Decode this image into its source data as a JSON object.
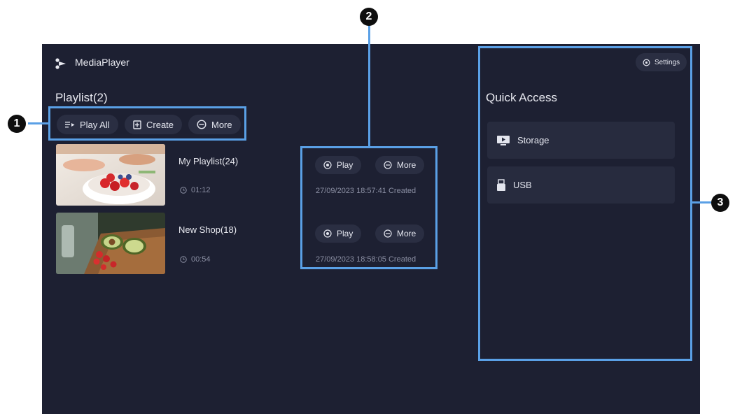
{
  "app": {
    "title": "MediaPlayer"
  },
  "playlist": {
    "heading": "Playlist(2)"
  },
  "toolbar": {
    "play_all": "Play All",
    "create": "Create",
    "more": "More"
  },
  "items": [
    {
      "title": "My Playlist(24)",
      "duration": "01:12",
      "play": "Play",
      "more": "More",
      "created": "27/09/2023 18:57:41 Created"
    },
    {
      "title": "New Shop(18)",
      "duration": "00:54",
      "play": "Play",
      "more": "More",
      "created": "27/09/2023 18:58:05 Created"
    }
  ],
  "settings": {
    "label": "Settings"
  },
  "quick_access": {
    "title": "Quick Access",
    "storage": "Storage",
    "usb": "USB"
  },
  "annotations": [
    "1",
    "2",
    "3"
  ],
  "colors": {
    "background": "#1d2032",
    "button": "#2a2e42",
    "card": "#272b3e",
    "annotation": "#5aa0e6"
  },
  "icons": [
    "logo-icon",
    "play-all-icon",
    "create-icon",
    "more-icon",
    "play-icon",
    "clock-icon",
    "settings-icon",
    "storage-icon",
    "usb-icon"
  ]
}
